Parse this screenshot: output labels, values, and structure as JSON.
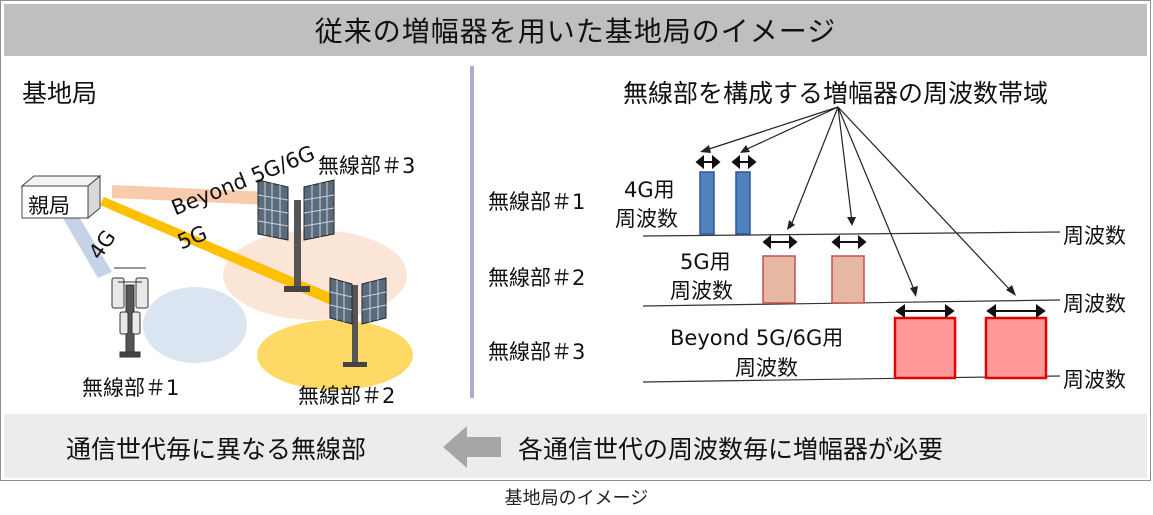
{
  "title": "従来の増幅器を用いた基地局のイメージ",
  "left": {
    "heading": "基地局",
    "parent_station": "親局",
    "band_4g": "4G",
    "band_5g": "5G",
    "band_beyond": "Beyond  5G/6G",
    "radio1": "無線部＃1",
    "radio2": "無線部＃2",
    "radio3": "無線部＃3"
  },
  "right": {
    "heading": "無線部を構成する増幅器の周波数帯域",
    "rows": [
      {
        "label": "無線部＃1",
        "band_line1": "4G用",
        "band_line2": "周波数",
        "axis": "周波数"
      },
      {
        "label": "無線部＃2",
        "band_line1": "5G用",
        "band_line2": "周波数",
        "axis": "周波数"
      },
      {
        "label": "無線部＃3",
        "band_line1": "Beyond  5G/6G用",
        "band_line2": "周波数",
        "axis": "周波数"
      }
    ]
  },
  "bottom": {
    "left_text": "通信世代毎に異なる無線部",
    "right_text": "各通信世代の周波数毎に増幅器が必要"
  },
  "caption": "基地局のイメージ",
  "colors": {
    "header_bg": "#bfbfbf",
    "band_4g": "#4f81bd",
    "band_5g": "#e6b8a2",
    "band_6g": "#ff9999",
    "beam_5g": "#ffc000",
    "beam_6g": "#f8cbad",
    "divider": "#b3a9cf"
  }
}
